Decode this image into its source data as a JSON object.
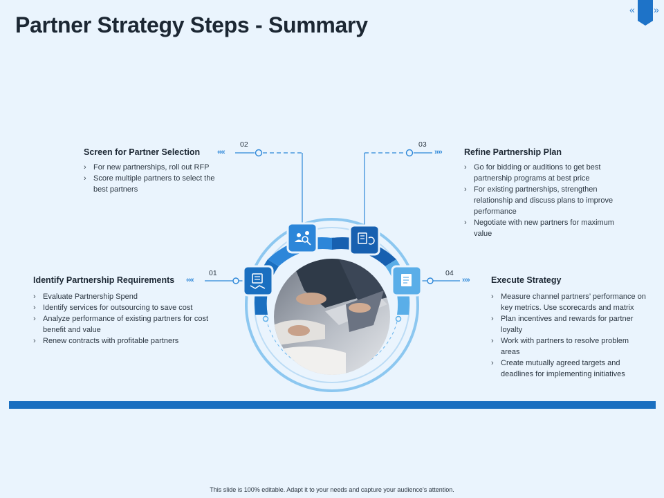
{
  "title": "Partner Strategy Steps - Summary",
  "nav": {
    "prev_label": "«",
    "next_label": "»"
  },
  "steps": [
    {
      "number": "01",
      "title": "Identify Partnership Requirements",
      "bullets": [
        "Evaluate Partnership Spend",
        "Identify services for outsourcing to save cost",
        "Analyze performance of existing partners for cost benefit and value",
        "Renew contracts with profitable partners"
      ],
      "icon": "document-handshake-icon"
    },
    {
      "number": "02",
      "title": "Screen for Partner Selection",
      "bullets": [
        "For new partnerships, roll out RFP",
        "Score multiple partners to select the best partners"
      ],
      "icon": "people-search-icon"
    },
    {
      "number": "03",
      "title": "Refine Partnership Plan",
      "bullets": [
        "Go for bidding or auditions to get best partnership programs at best price",
        "For existing partnerships, strengthen relationship and discuss plans to improve performance",
        "Negotiate with new partners for maximum value"
      ],
      "icon": "document-refresh-icon"
    },
    {
      "number": "04",
      "title": "Execute Strategy",
      "bullets": [
        "Measure channel partners’ performance on key metrics. Use scorecards and matrix",
        "Plan incentives and rewards for partner loyalty",
        "Work with partners to resolve problem areas",
        "Create mutually agreed targets and deadlines for implementing initiatives"
      ],
      "icon": "checklist-document-icon"
    }
  ],
  "chevrons": {
    "left": "‹‹‹‹",
    "right": "››››"
  },
  "colors": {
    "primary": "#1a6fc0",
    "mid": "#2c86d9",
    "light": "#5aaee8",
    "background": "#eaf4fd"
  },
  "photo": "business-meeting-photo",
  "footer": "This slide is 100% editable. Adapt it to your needs and capture your audience’s attention."
}
